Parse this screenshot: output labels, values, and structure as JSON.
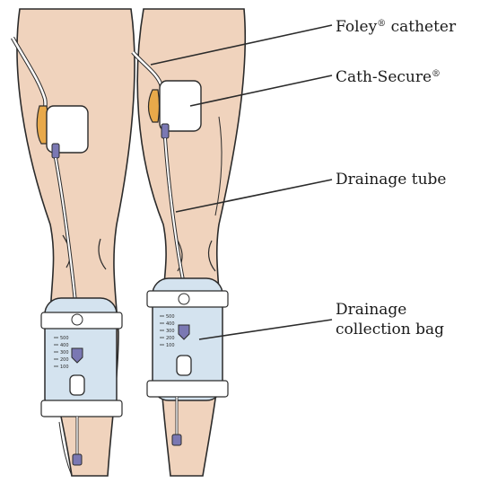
{
  "colors": {
    "skin": "#f0d3bd",
    "skin_shadow": "#e2bba0",
    "outline": "#2b2b2b",
    "bag_fill": "#d4e3ef",
    "catheter": "#e8a94a",
    "connector": "#7a78b3",
    "tube": "#ffffff"
  },
  "labels": {
    "foley": {
      "text": "Foley",
      "mark": "®",
      "tail": " catheter"
    },
    "cath_secure": {
      "text": "Cath-Secure",
      "mark": "®"
    },
    "drainage_tube": {
      "text": "Drainage tube"
    },
    "collection_bag": {
      "line1": "Drainage",
      "line2": "collection bag"
    }
  },
  "bag_scale": [
    "500",
    "400",
    "300",
    "200",
    "100"
  ]
}
